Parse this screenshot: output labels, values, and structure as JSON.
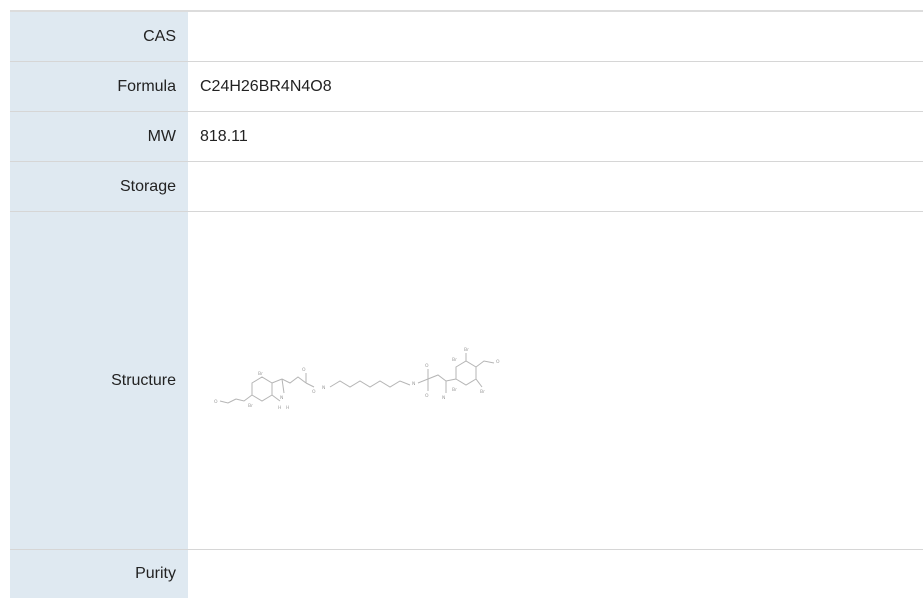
{
  "rows": [
    {
      "label": "CAS",
      "value": ""
    },
    {
      "label": "Formula",
      "value": "C24H26BR4N4O8"
    },
    {
      "label": "MW",
      "value": "818.11"
    },
    {
      "label": "Storage",
      "value": ""
    },
    {
      "label": "Structure",
      "value": ""
    },
    {
      "label": "Purity",
      "value": ""
    }
  ],
  "structure": {
    "atom_labels": [
      "Br",
      "Br",
      "O",
      "O",
      "N",
      "O",
      "N",
      "H",
      "H",
      "N",
      "O",
      "O",
      "N",
      "Br",
      "Br",
      "O",
      "Br",
      "Br"
    ]
  },
  "colors": {
    "label_bg": "#dfe9f1",
    "border": "#d6d6d6",
    "text": "#222222"
  }
}
